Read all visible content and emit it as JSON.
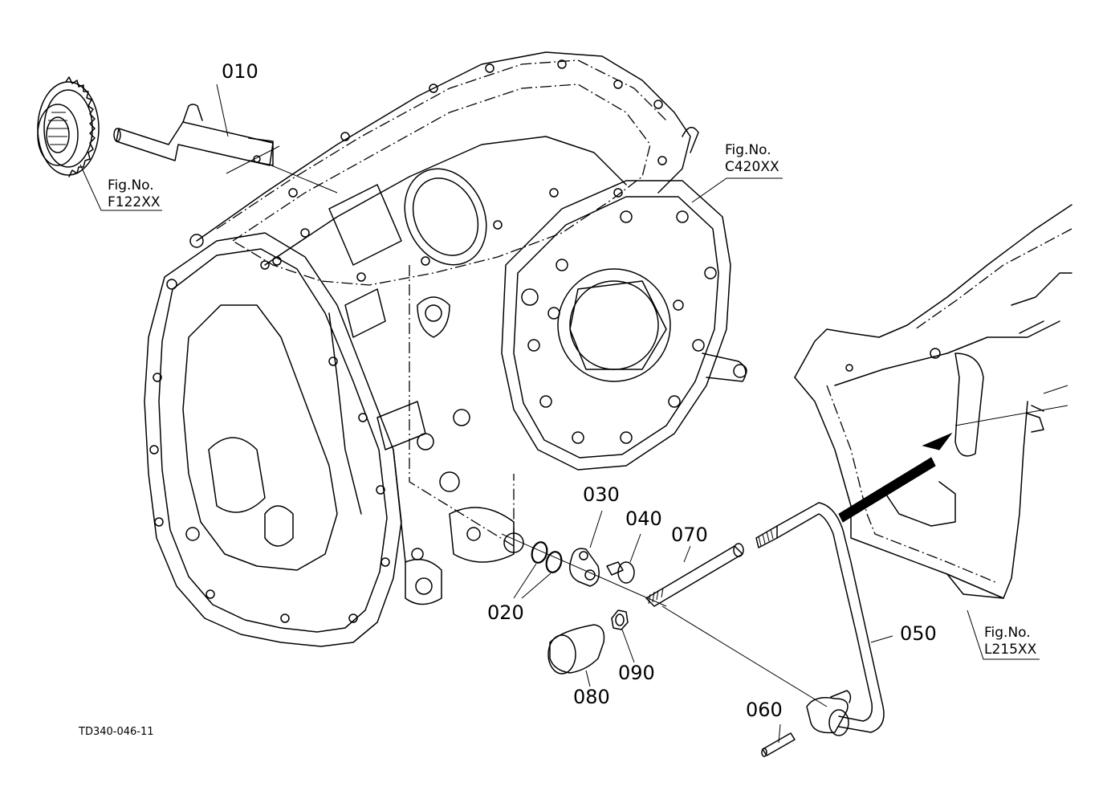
{
  "diagram": {
    "callouts": {
      "p010": "010",
      "p020": "020",
      "p030": "030",
      "p040": "040",
      "p050": "050",
      "p060": "060",
      "p070": "070",
      "p080": "080",
      "p090": "090"
    },
    "fig_refs": {
      "f122": {
        "line1": "Fig.No.",
        "line2": "F122XX"
      },
      "c420": {
        "line1": "Fig.No.",
        "line2": "C420XX"
      },
      "l215": {
        "line1": "Fig.No.",
        "line2": "L215XX"
      }
    },
    "drawing_code": "TD340-046-11"
  }
}
